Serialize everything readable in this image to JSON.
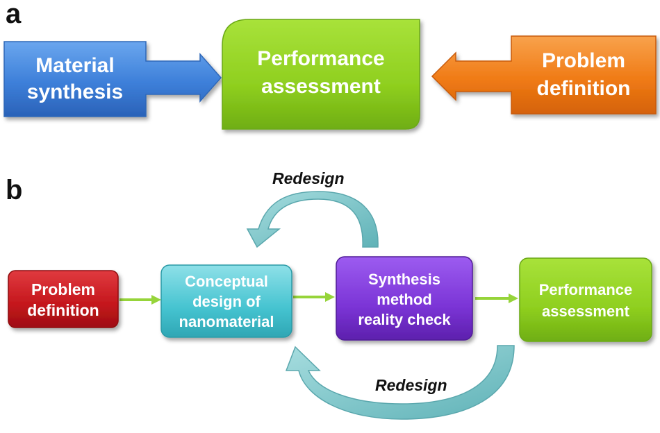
{
  "panel_a": {
    "letter": "a",
    "material_synthesis": "Material\nsynthesis",
    "performance_assessment": "Performance\nassessment",
    "problem_definition": "Problem\ndefinition"
  },
  "panel_b": {
    "letter": "b",
    "problem_definition": "Problem\ndefinition",
    "conceptual_design": "Conceptual\ndesign of\nnanomaterial",
    "synthesis_check": "Synthesis\nmethod\nreality check",
    "performance_assessment": "Performance\nassessment",
    "redesign_top": "Redesign",
    "redesign_bottom": "Redesign"
  },
  "colors": {
    "blue": "#3d7fd9",
    "green": "#8fcf1f",
    "orange": "#f07b16",
    "red": "#c4161c",
    "cyan": "#45c3d0",
    "purple": "#7b34d6",
    "arrow_green": "#96d43a",
    "teal_arrow": "#74c2c5"
  }
}
